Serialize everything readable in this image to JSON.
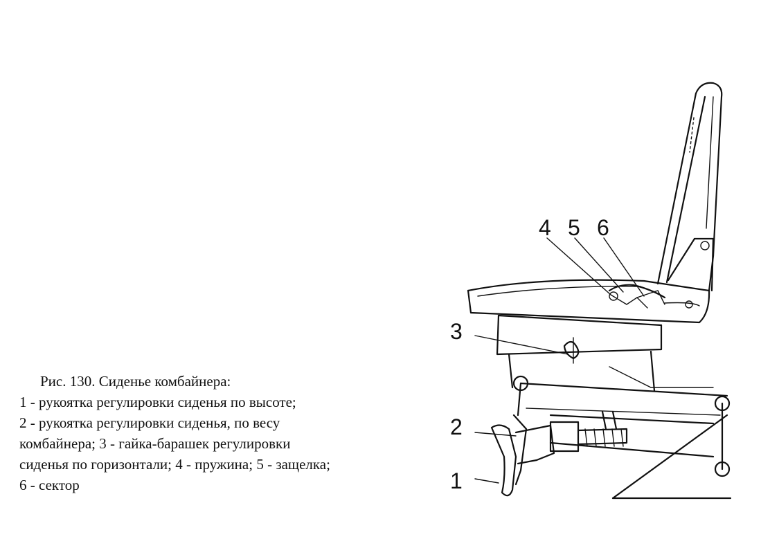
{
  "caption": {
    "lines": [
      "Рис. 130. Сиденье комбайнера:",
      "1 - рукоятка регулировки сиденья по высоте;",
      "2 - рукоятка регулировки сиденья, по весу",
      "комбайнера; 3 - гайка-барашек регулировки",
      "сиденья по горизонтали; 4 - пружина; 5 - защелка;",
      "6 - сектор"
    ]
  },
  "callouts": {
    "c1": "1",
    "c2": "2",
    "c3": "3",
    "c4": "4",
    "c5": "5",
    "c6": "6"
  }
}
